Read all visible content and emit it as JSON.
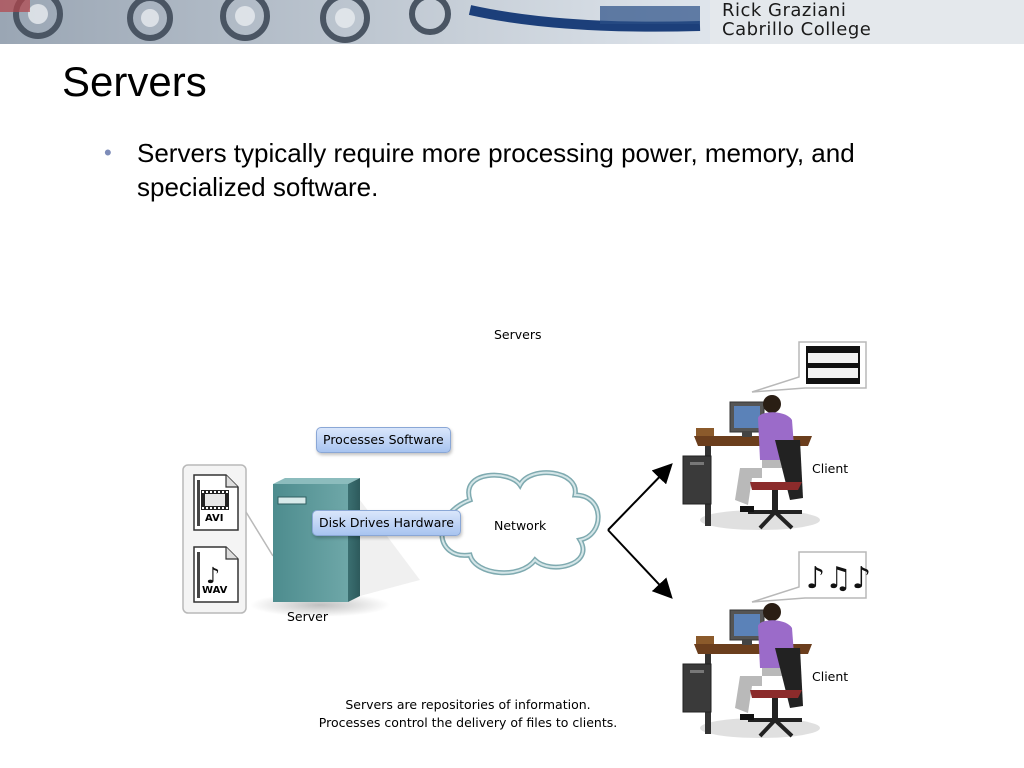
{
  "banner": {
    "author_name": "Rick Graziani",
    "author_school": "Cabrillo College"
  },
  "slide": {
    "title": "Servers",
    "bullets": [
      "Servers typically require more processing power, memory, and specialized software."
    ]
  },
  "diagram": {
    "title": "Servers",
    "processes_label": "Processes Software",
    "hardware_label": "Disk Drives Hardware",
    "network_label": "Network",
    "server_label": "Server",
    "client_top_label": "Client",
    "client_bottom_label": "Client",
    "file_avi": "AVI",
    "file_wav": "WAV",
    "caption_line1": "Servers are repositories of information.",
    "caption_line2": "Processes control the delivery of files to clients."
  }
}
